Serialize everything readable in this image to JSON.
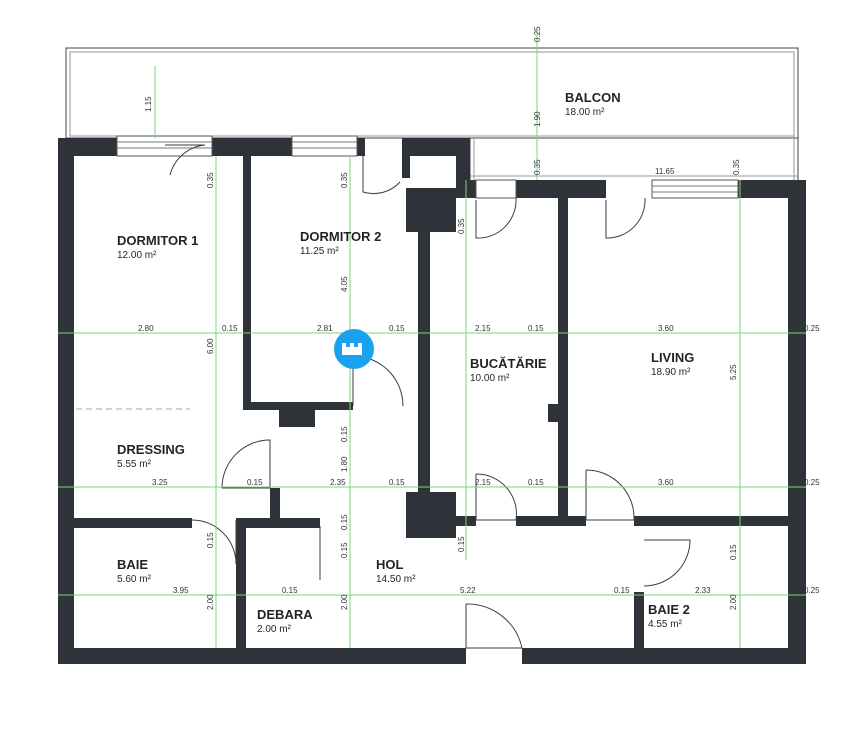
{
  "rooms": {
    "balcon": {
      "name": "BALCON",
      "area": "18.00 m²"
    },
    "dormitor1": {
      "name": "DORMITOR 1",
      "area": "12.00 m²"
    },
    "dormitor2": {
      "name": "DORMITOR 2",
      "area": "11.25 m²"
    },
    "bucatarie": {
      "name": "BUCĂTĂRIE",
      "area": "10.00 m²"
    },
    "living": {
      "name": "LIVING",
      "area": "18.90 m²"
    },
    "dressing": {
      "name": "DRESSING",
      "area": "5.55 m²"
    },
    "baie": {
      "name": "BAIE",
      "area": "5.60 m²"
    },
    "hol": {
      "name": "HOL",
      "area": "14.50 m²"
    },
    "debara": {
      "name": "DEBARA",
      "area": "2.00 m²"
    },
    "baie2": {
      "name": "BAIE 2",
      "area": "4.55 m²"
    }
  },
  "dimensions": {
    "d_025_top": "0.25",
    "d_115": "1.15",
    "d_190": "1.90",
    "d_035_a": "0.35",
    "d_035_b": "0.35",
    "d_035_c": "0.35",
    "d_035_d": "0.35",
    "d_035_e": "0.35",
    "d_1165": "11.65",
    "d_405": "4.05",
    "d_600": "6.00",
    "d_280": "2.80",
    "d_015_a": "0.15",
    "d_281": "2.81",
    "d_015_b": "0.15",
    "d_215_a": "2.15",
    "d_015_c": "0.15",
    "d_360_a": "3.60",
    "d_025_a": "0.25",
    "d_525": "5.25",
    "d_015_d": "0.15",
    "d_180": "1.80",
    "d_325": "3.25",
    "d_015_e": "0.15",
    "d_235": "2.35",
    "d_015_f": "0.15",
    "d_215_b": "2.15",
    "d_015_g": "0.15",
    "d_360_b": "3.60",
    "d_025_b": "0.25",
    "d_015_h": "0.15",
    "d_015_i": "0.15",
    "d_015_j": "0.15",
    "d_015_k": "0.15",
    "d_395": "3.95",
    "d_015_l": "0.15",
    "d_522": "5.22",
    "d_015_m": "0.15",
    "d_233": "2.33",
    "d_025_c": "0.25",
    "d_200_a": "2.00",
    "d_200_b": "2.00",
    "d_200_c": "2.00",
    "d_015_n": "0.15"
  },
  "colors": {
    "wall": "#2d3339",
    "guide": "#7ed37a",
    "logo": "#1aa1f0"
  },
  "icons": {
    "logo": "agency-logo-icon"
  }
}
